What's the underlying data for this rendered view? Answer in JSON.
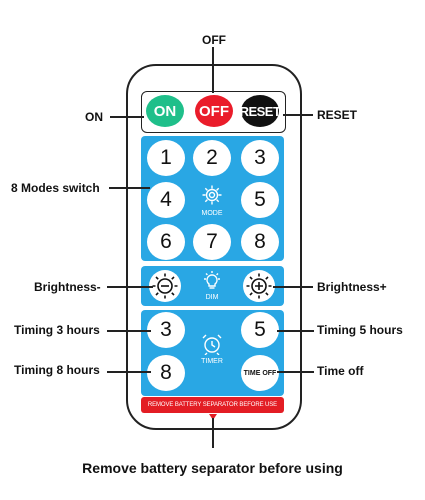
{
  "labels": {
    "off_top": "OFF",
    "on": "ON",
    "reset": "RESET",
    "modes_switch": "8 Modes switch",
    "brightness_minus": "Brightness-",
    "brightness_plus": "Brightness+",
    "timing_3": "Timing 3 hours",
    "timing_5": "Timing 5 hours",
    "timing_8": "Timing 8 hours",
    "time_off": "Time off",
    "bottom_caption": "Remove battery separator before using"
  },
  "remote": {
    "on_button": "ON",
    "off_button": "OFF",
    "reset_button": "RESET",
    "mode_buttons": [
      "1",
      "2",
      "3",
      "4",
      "5",
      "6",
      "7",
      "8"
    ],
    "mode_caption": "MODE",
    "dim_caption": "DIM",
    "timer_buttons": [
      "3",
      "5",
      "8"
    ],
    "timer_caption": "TIMER",
    "time_off_button": "TIME OFF",
    "battery_banner": "REMOVE BATTERY SEPARATOR BEFORE USE"
  },
  "colors": {
    "on": "#1fbf8a",
    "off": "#ea1c2a",
    "reset": "#111111",
    "panel": "#29a7e4",
    "banner": "#e31d24"
  },
  "icons": [
    "gear-icon",
    "sun-minus-icon",
    "bulb-icon",
    "sun-plus-icon",
    "alarm-clock-icon",
    "warning-arrow-icon"
  ]
}
